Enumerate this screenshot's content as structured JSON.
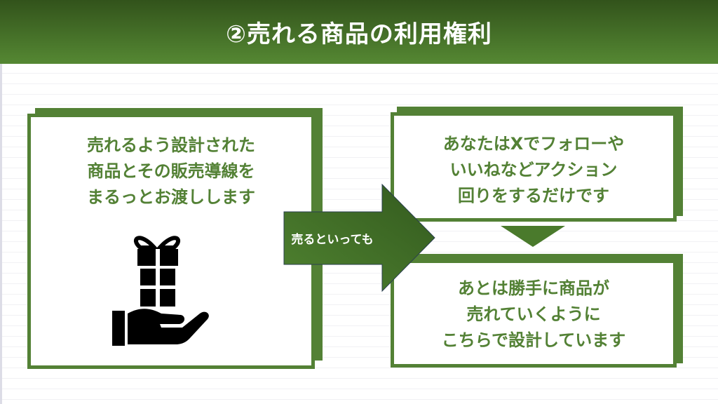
{
  "title": "②売れる商品の利用権利",
  "left_box": {
    "lines": [
      "売れるよう設計された",
      "商品とその販売導線を",
      "まるっとお渡しします"
    ],
    "icon": "gift-on-hand-icon"
  },
  "arrow_label": "売るといっても",
  "top_right_box": {
    "lines": [
      "あなたはXでフォローや",
      "いいねなどアクション",
      "回りをするだけです"
    ]
  },
  "bottom_right_box": {
    "lines": [
      "あとは勝手に商品が",
      "売れていくように",
      "こちらで設計しています"
    ]
  },
  "colors": {
    "accent": "#538135",
    "header_dark": "#32531b"
  }
}
